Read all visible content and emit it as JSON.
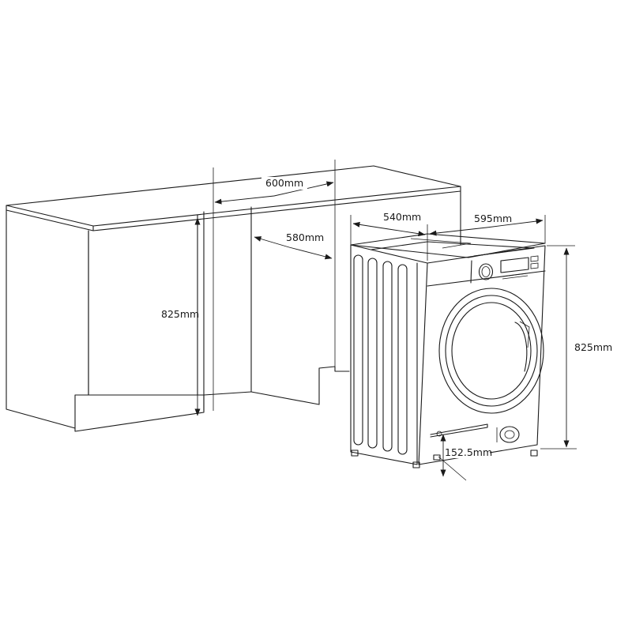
{
  "dimensions": {
    "cabinet_width": "600mm",
    "cabinet_depth": "580mm",
    "cabinet_height": "825mm",
    "machine_depth": "540mm",
    "machine_width": "595mm",
    "machine_height": "825mm",
    "plinth_height": "152.5mm"
  },
  "icons": {
    "arrowhead": "filled-triangle",
    "dial": "program-knob-icon",
    "door": "porthole-door-icon"
  }
}
